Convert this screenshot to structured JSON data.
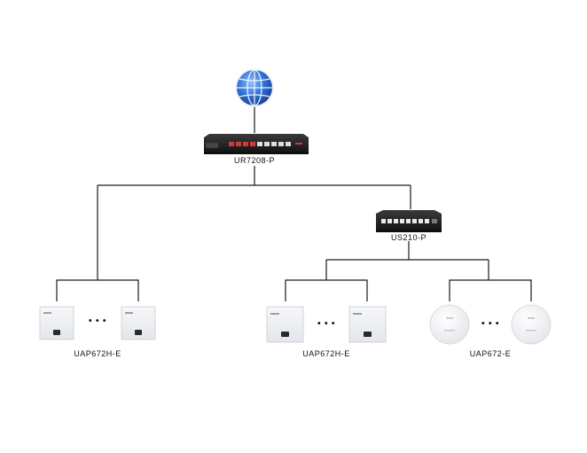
{
  "devices": {
    "router": {
      "label": "UR7208-P"
    },
    "switch": {
      "label": "US210-P"
    },
    "group_left": {
      "label": "UAP672H-E",
      "ellipsis": "• • •"
    },
    "group_middle": {
      "label": "UAP672H-E",
      "ellipsis": "• • •"
    },
    "group_right": {
      "label": "UAP672-E",
      "ellipsis": "• • •"
    }
  },
  "icons": {
    "internet": "globe-icon",
    "router": "router-icon",
    "switch": "switch-icon",
    "wall_ap": "wall-plate-ap-icon",
    "ceiling_ap": "ceiling-ap-icon"
  },
  "colors": {
    "line": "#1a1a1a",
    "globe": "#2f6fd6",
    "device_dark": "#2a2a2a",
    "port_red": "#d23a3a",
    "ap_panel": "#eef0f3"
  }
}
